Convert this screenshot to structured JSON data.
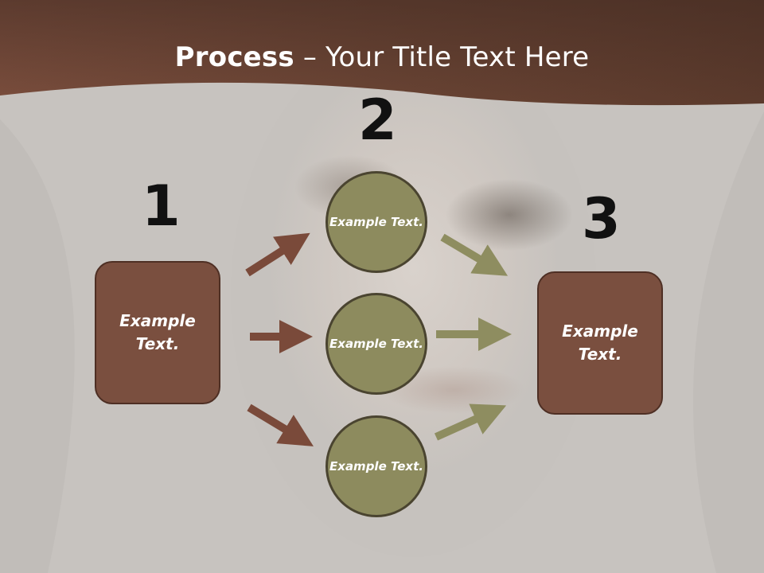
{
  "title": {
    "bold": "Process",
    "dash": " – ",
    "rest": "Your Title Text Here"
  },
  "steps": [
    {
      "number": "1",
      "label": "Example Text."
    },
    {
      "number": "2",
      "items": [
        "Example Text.",
        "Example Text.",
        "Example Text."
      ]
    },
    {
      "number": "3",
      "label": "Example Text."
    }
  ],
  "colors": {
    "header": "#6b4636",
    "box_fill": "#7a4f3f",
    "circle_fill": "#8d8b5e",
    "arrow_brown": "#7a4a3a",
    "arrow_olive": "#8e8d60"
  }
}
